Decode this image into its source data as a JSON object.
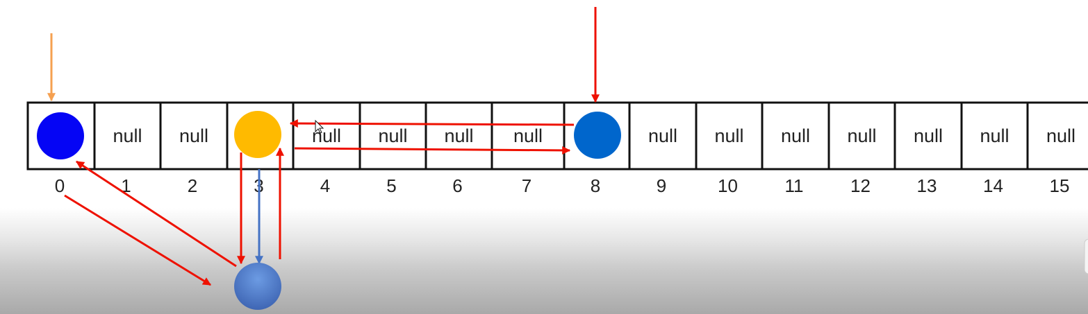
{
  "array": {
    "cells": [
      "",
      "null",
      "null",
      "",
      "null",
      "null",
      "null",
      "null",
      "",
      "null",
      "null",
      "null",
      "null",
      "null",
      "null",
      "null"
    ],
    "indices": [
      "0",
      "1",
      "2",
      "3",
      "4",
      "5",
      "6",
      "7",
      "8",
      "9",
      "10",
      "11",
      "12",
      "13",
      "14",
      "15"
    ]
  },
  "nodes": [
    {
      "name": "node-slot-0",
      "slot": 0,
      "color": "#0505f5"
    },
    {
      "name": "node-slot-3",
      "slot": 3,
      "color": "#ffba00"
    },
    {
      "name": "node-slot-8",
      "slot": 8,
      "color": "#0066cc"
    },
    {
      "name": "node-below-slot-3",
      "slot": 3,
      "color": "#5b8ad6"
    }
  ],
  "colors": {
    "arrow_red": "#ee1100",
    "arrow_orange": "#f5a050",
    "arrow_blue": "#4472c4",
    "cell_border": "#111111"
  }
}
